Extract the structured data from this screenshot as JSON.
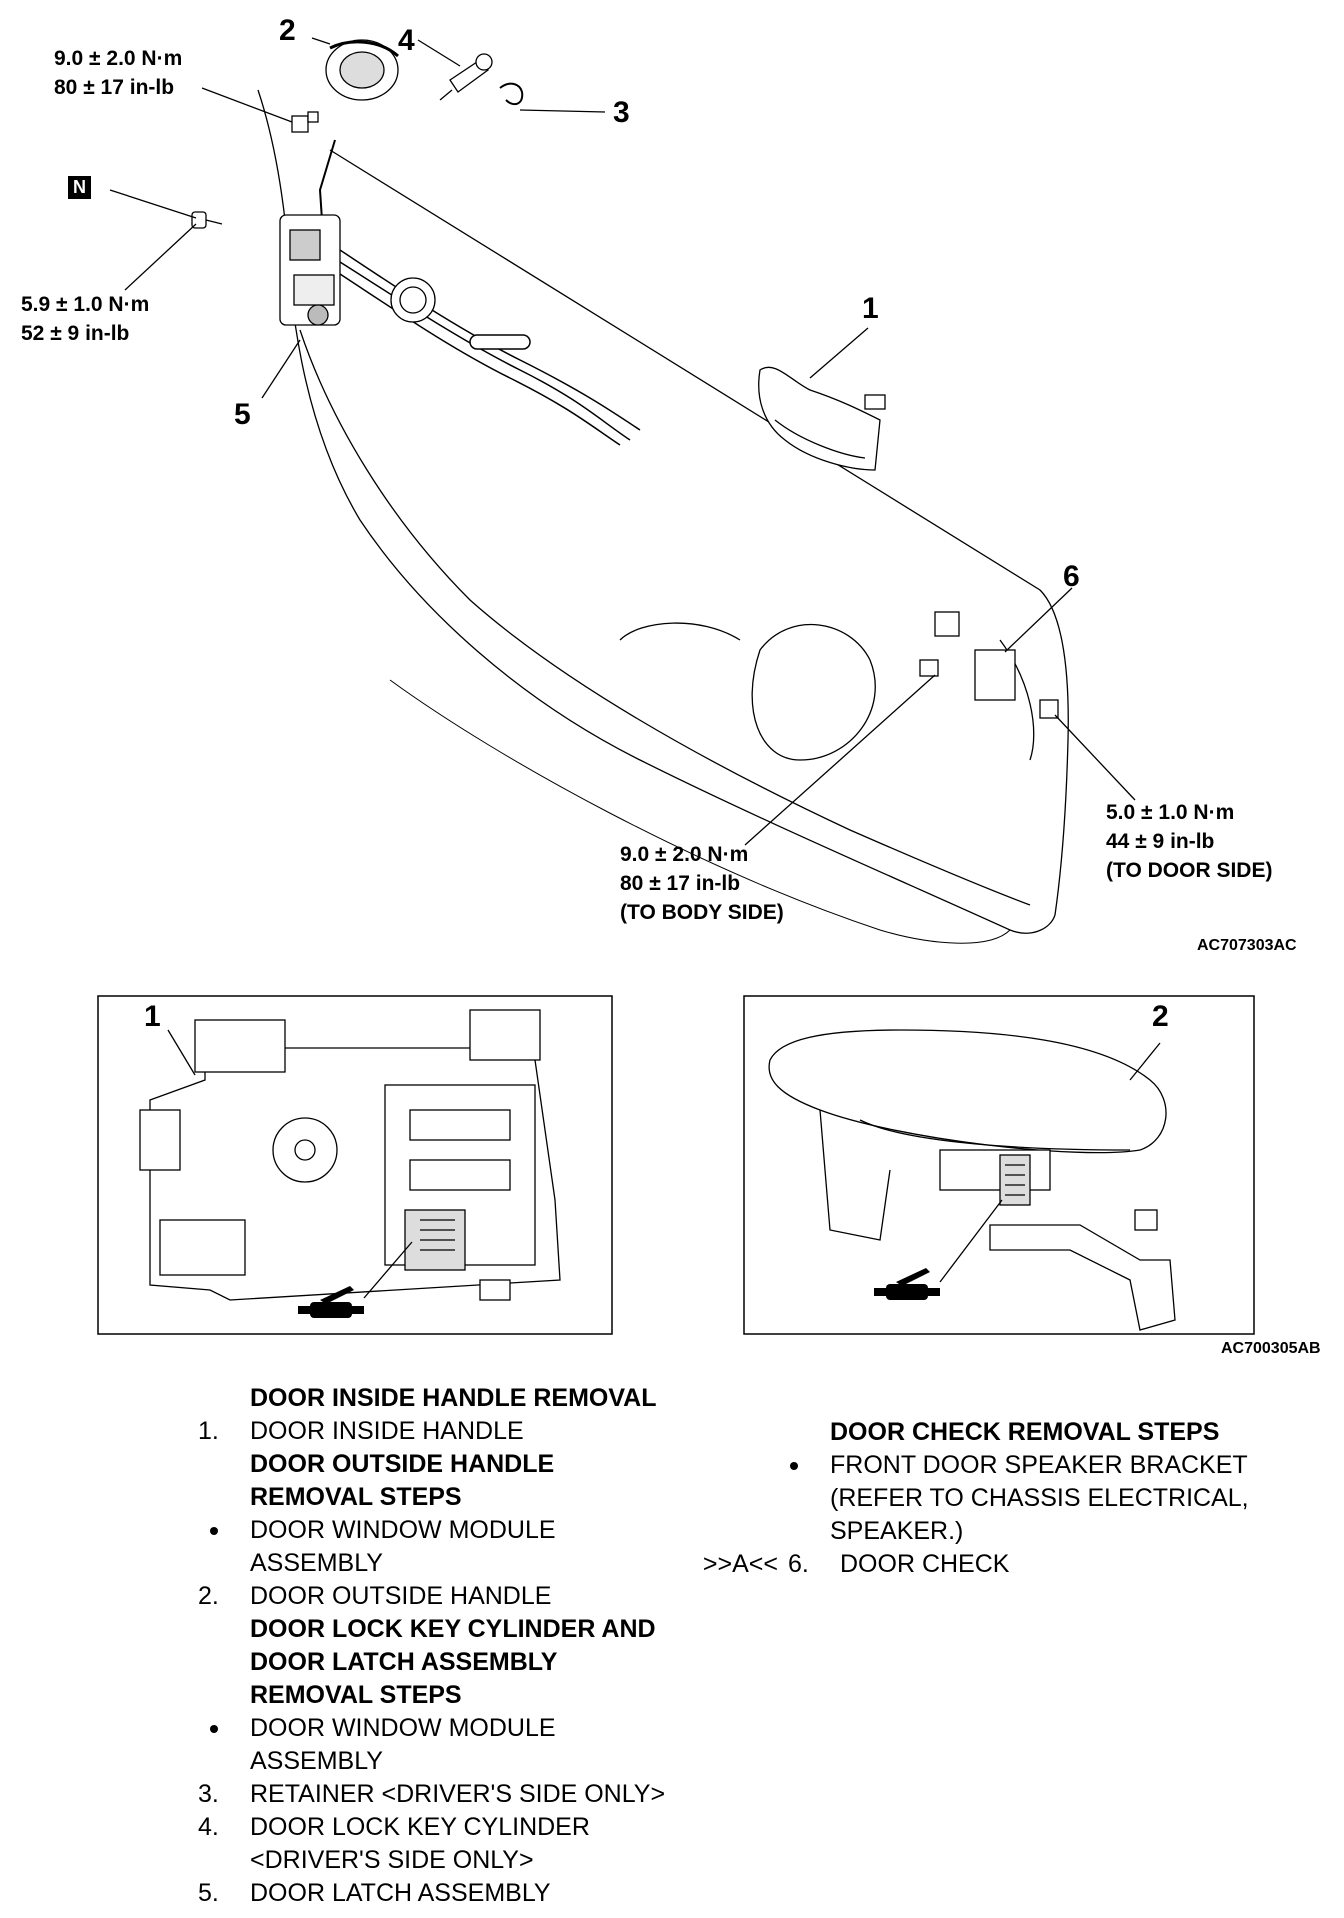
{
  "diagram_main": {
    "callouts": {
      "c1": "1",
      "c2": "2",
      "c3": "3",
      "c4": "4",
      "c5": "5",
      "c6": "6"
    },
    "n_marker": "N",
    "torque_top": {
      "line1": "9.0 ± 2.0 N·m",
      "line2": "80 ± 17 in-lb"
    },
    "torque_left": {
      "line1": "5.9 ± 1.0 N·m",
      "line2": "52 ± 9 in-lb"
    },
    "torque_body": {
      "line1": "9.0 ± 2.0 N·m",
      "line2": "80 ± 17 in-lb",
      "line3": "(TO BODY SIDE)"
    },
    "torque_door": {
      "line1": "5.0 ± 1.0 N·m",
      "line2": "44 ± 9 in-lb",
      "line3": "(TO DOOR SIDE)"
    },
    "figure_code": "AC707303AC"
  },
  "detail_panels": {
    "panel1_callout": "1",
    "panel2_callout": "2",
    "figure_code": "AC700305AB"
  },
  "steps_left": {
    "h1": "DOOR INSIDE HANDLE REMOVAL",
    "s1_num": "1.",
    "s1_text": "DOOR INSIDE HANDLE",
    "h2a": "DOOR OUTSIDE HANDLE",
    "h2b": "REMOVAL STEPS",
    "b1a": "DOOR WINDOW MODULE",
    "b1b": "ASSEMBLY",
    "s2_num": "2.",
    "s2_text": "DOOR OUTSIDE HANDLE",
    "h3a": "DOOR LOCK KEY CYLINDER AND",
    "h3b": "DOOR LATCH ASSEMBLY",
    "h3c": "REMOVAL STEPS",
    "b2a": "DOOR WINDOW MODULE",
    "b2b": "ASSEMBLY",
    "s3_num": "3.",
    "s3_text": "RETAINER <DRIVER'S SIDE ONLY>",
    "s4_num": "4.",
    "s4_text": "DOOR LOCK KEY CYLINDER",
    "s4_text2": "<DRIVER'S SIDE ONLY>",
    "s5_num": "5.",
    "s5_text": "DOOR LATCH ASSEMBLY"
  },
  "steps_right": {
    "h1": "DOOR CHECK REMOVAL STEPS",
    "b1a": "FRONT DOOR SPEAKER BRACKET",
    "b1b": "(REFER TO CHASSIS ELECTRICAL,",
    "b1c": "SPEAKER.)",
    "s6_mark": ">>A<<",
    "s6_num": "6.",
    "s6_text": "DOOR CHECK"
  }
}
